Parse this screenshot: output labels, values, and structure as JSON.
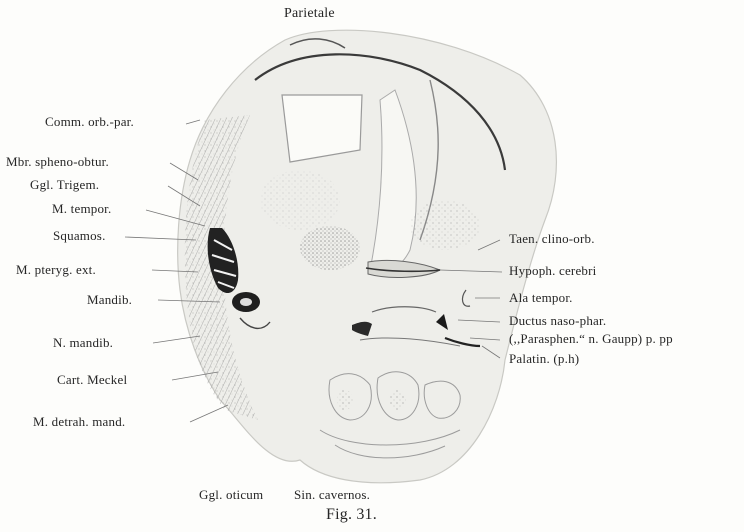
{
  "figure": {
    "caption": "Fig. 31.",
    "labels": {
      "top": "Parietale",
      "left": [
        "Comm. orb.-par.",
        "Mbr. spheno-obtur.",
        "Ggl. Trigem.",
        "M. tempor.",
        "Squamos.",
        "M. pteryg. ext.",
        "Mandib.",
        "N. mandib.",
        "Cart. Meckel",
        "M. detrah. mand."
      ],
      "right": [
        "Taen. clino-orb.",
        "Hypoph. cerebri",
        "Ala tempor.",
        "Ductus naso-phar.",
        "(,,Parasphen.“ n. Gaupp) p. pp",
        "Palatin. (p.h)"
      ],
      "bottom": [
        "Ggl. oticum",
        "Sin. cavernos."
      ]
    }
  }
}
